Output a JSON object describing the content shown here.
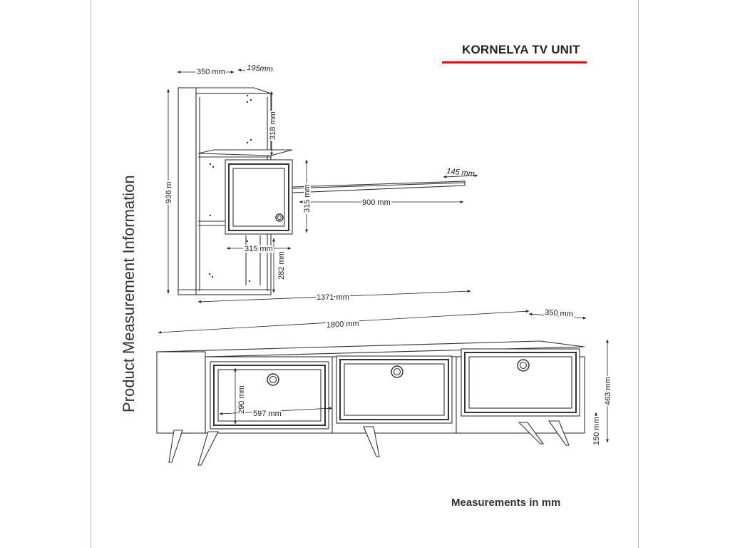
{
  "title": "KORNELYA TV UNIT",
  "side_label": "Product Measurement Information",
  "footer": "Measurements in mm",
  "accent_color": "#e30613",
  "dimensions": {
    "shelf_depth": "350 mm",
    "shelf_width": "195mm",
    "shelf_compartment_height": "318 mm",
    "shelf_total_height": "936 m",
    "shelf_arm_depth": "145 mm",
    "cabinet_door_height": "315 mm",
    "shelf_arm_length": "900 mm",
    "cabinet_door_width": "315 mm",
    "lower_compartment_height": "282 mm",
    "shelf_total_width": "1371 mm",
    "tv_unit_width": "1800 mm",
    "tv_unit_depth": "350 mm",
    "tv_unit_height": "463 mm",
    "drawer_height": "290 mm",
    "drawer_width": "597 mm",
    "leg_height": "150 mm"
  }
}
